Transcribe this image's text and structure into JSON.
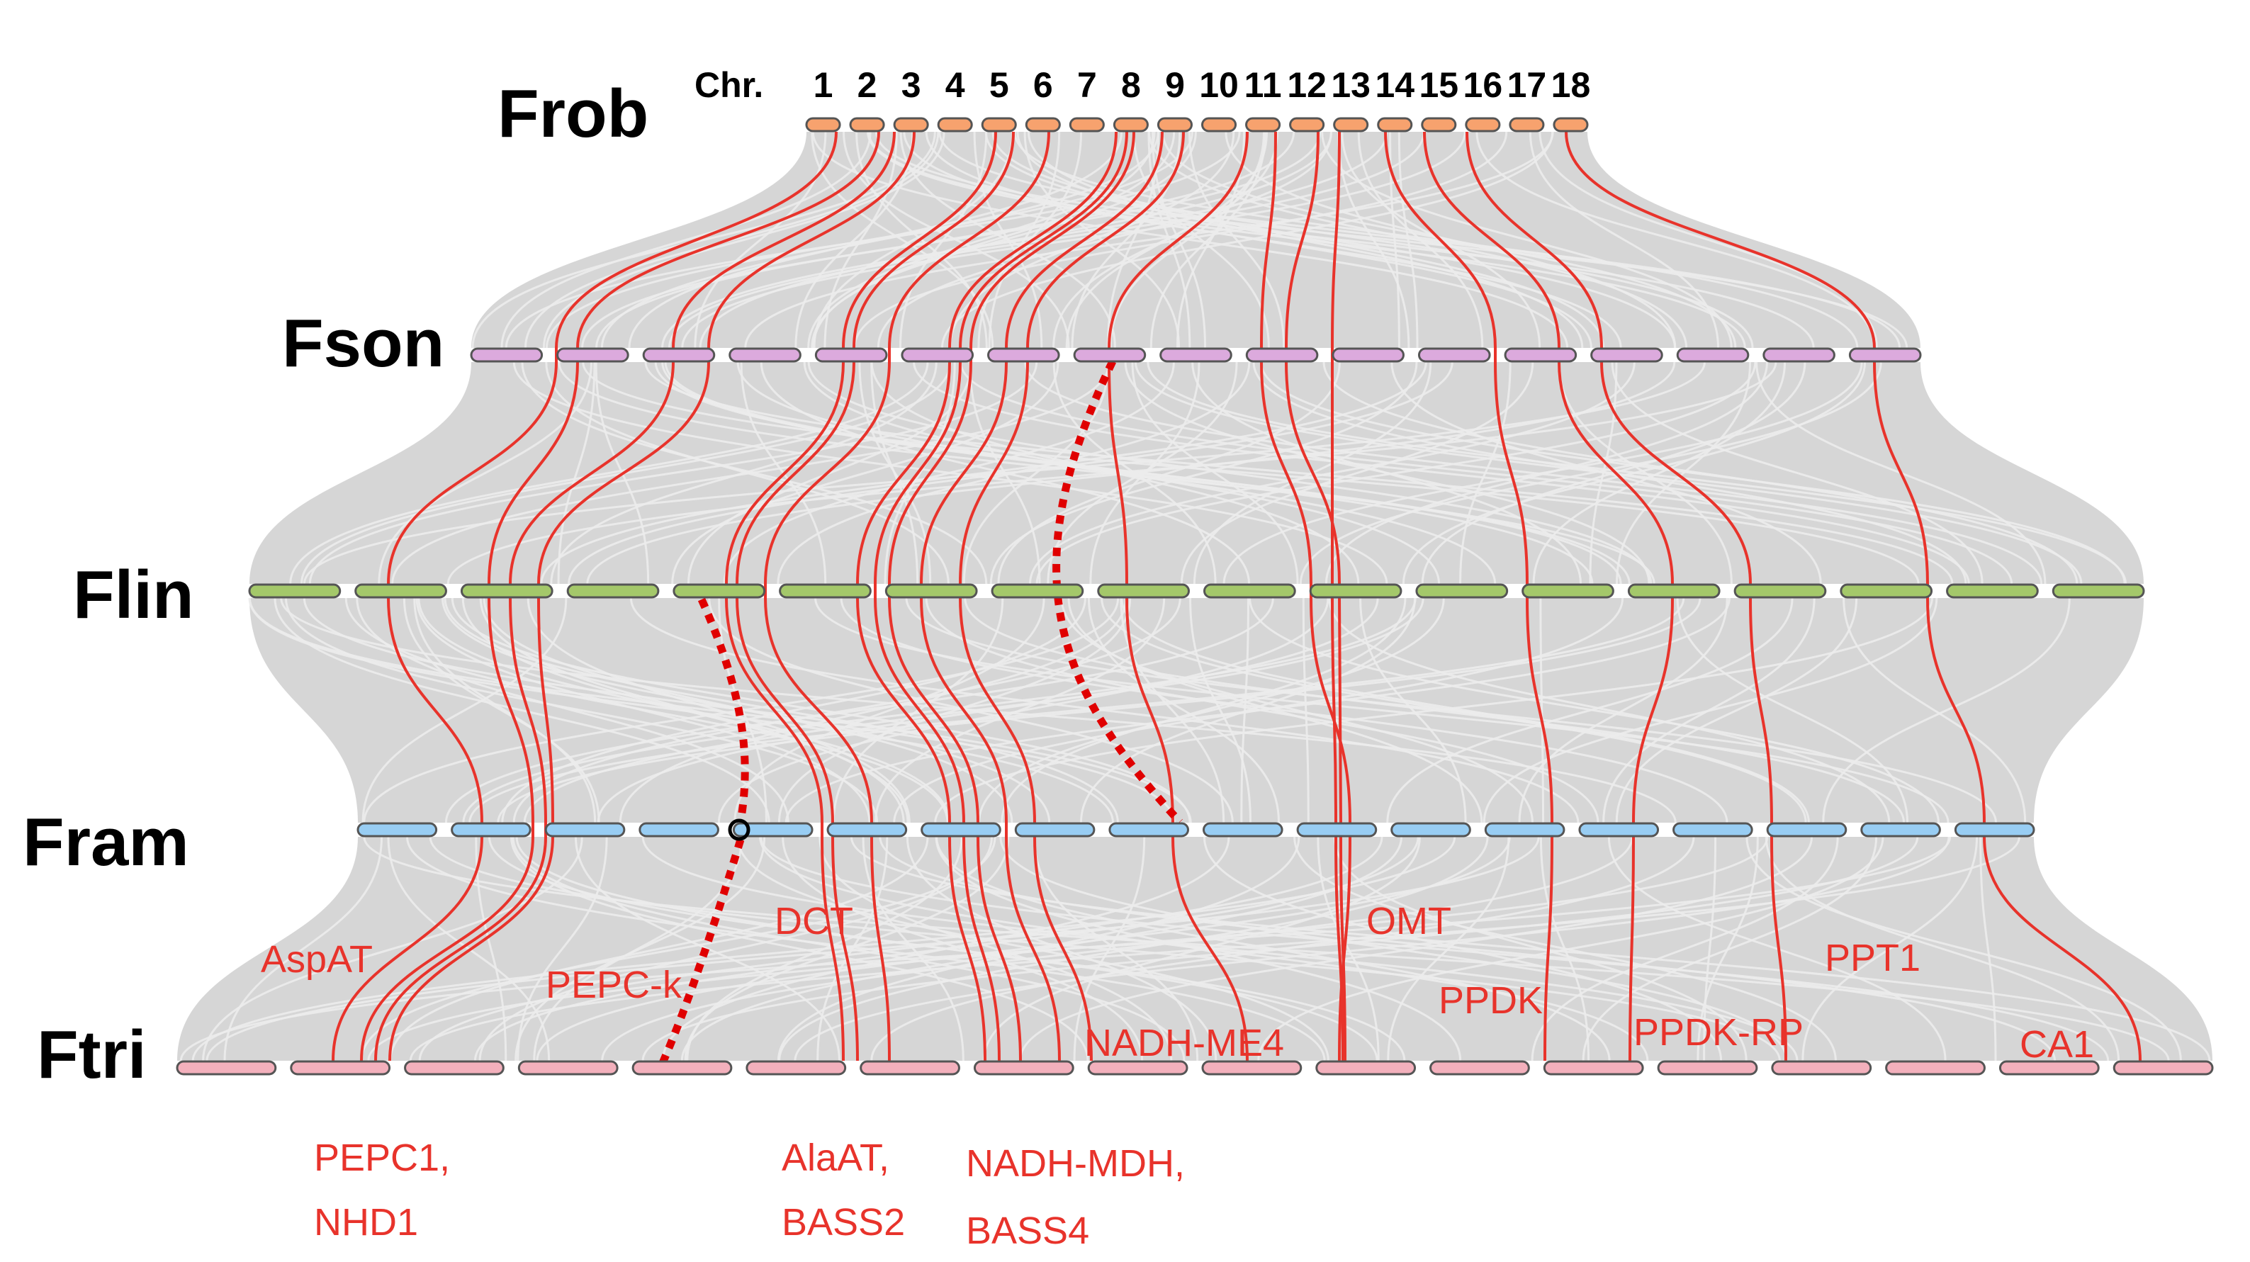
{
  "colors": {
    "background": "#ffffff",
    "synteny_background": "#d6d6d6",
    "synteny_line": "#c4c4c4",
    "c4_gene_link": "#e8332b",
    "gene_label": "#e8332b",
    "chromosome_outline": "#555555"
  },
  "species": [
    {
      "id": "frob",
      "name": "Frob",
      "color": "#f7a26e",
      "chromosome_count": 18
    },
    {
      "id": "fson",
      "name": "Fson",
      "color": "#dcaadd",
      "chromosome_count": 17
    },
    {
      "id": "flin",
      "name": "Flin",
      "color": "#a4c86a",
      "chromosome_count": 18
    },
    {
      "id": "fram",
      "name": "Fram",
      "color": "#98cdf3",
      "chromosome_count": 18
    },
    {
      "id": "ftri",
      "name": "Ftri",
      "color": "#f3b0bc",
      "chromosome_count": 18
    }
  ],
  "chromosome_header": {
    "prefix": "Chr.",
    "numbers": [
      "1",
      "2",
      "3",
      "4",
      "5",
      "6",
      "7",
      "8",
      "9",
      "10",
      "11",
      "12",
      "13",
      "14",
      "15",
      "16",
      "17",
      "18"
    ]
  },
  "gene_labels": [
    {
      "id": "aspat",
      "text": "AspAT"
    },
    {
      "id": "pepck",
      "text": "PEPC-k"
    },
    {
      "id": "dct",
      "text": "DCT"
    },
    {
      "id": "omt",
      "text": "OMT"
    },
    {
      "id": "ppdk",
      "text": "PPDK"
    },
    {
      "id": "ppt1",
      "text": "PPT1"
    },
    {
      "id": "nadh-me4",
      "text": "NADH-ME4"
    },
    {
      "id": "ppdk-rp",
      "text": "PPDK-RP"
    },
    {
      "id": "ca1",
      "text": "CA1"
    },
    {
      "id": "pepc1-nhd1",
      "lines": [
        "PEPC1,",
        "NHD1"
      ]
    },
    {
      "id": "alaat-bass2",
      "lines": [
        "AlaAT,",
        "BASS2"
      ]
    },
    {
      "id": "nadh-mdh-bass4",
      "lines": [
        "NADH-MDH,",
        "BASS4"
      ]
    }
  ]
}
